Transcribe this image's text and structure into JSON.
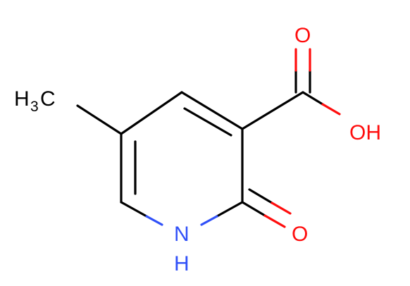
{
  "molecule": {
    "atoms": {
      "methyl_h": "H",
      "methyl_h_count": "3",
      "methyl_c": "C",
      "acid_carbonyl_o": "O",
      "hydroxyl": "OH",
      "ring_carbonyl_o": "O",
      "ring_n": "N",
      "ring_n_h": "H"
    },
    "colors": {
      "bond": "#000000",
      "carbon": "#000000",
      "oxygen": "#ff0d0d",
      "nitrogen": "#3050f8"
    }
  }
}
